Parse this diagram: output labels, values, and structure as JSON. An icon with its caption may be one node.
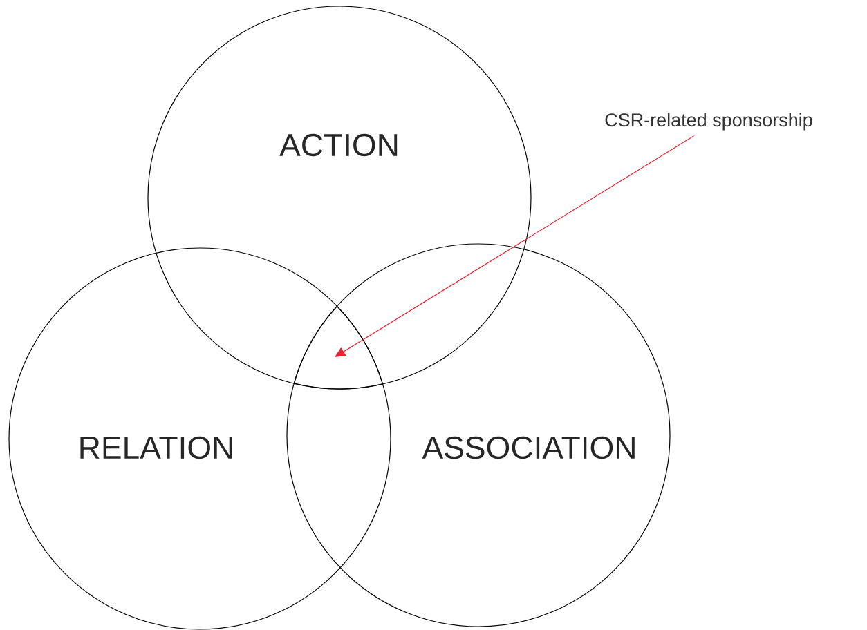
{
  "diagram": {
    "nodes": [
      {
        "text": [
          "ACTION"
        ]
      },
      {
        "text": [
          "RELATION"
        ]
      },
      {
        "text": [
          "ASSOCIATION"
        ]
      },
      {
        "text": [
          "CSR-related sponsorship"
        ]
      },
      {
        "text": [],
        "shape": "region"
      }
    ],
    "edges": [
      {
        "from": 3,
        "to": 4,
        "arrow": "to",
        "color": "#e8212f"
      }
    ]
  }
}
